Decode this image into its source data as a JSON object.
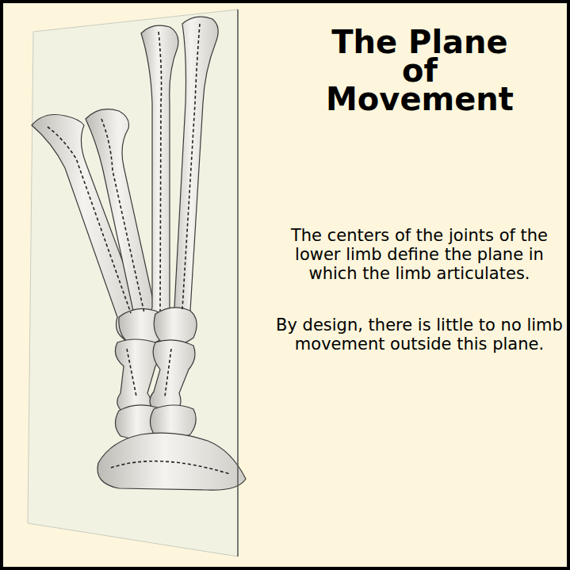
{
  "diagram": {
    "title": "The Plane of Movement",
    "labels": [
      "The centers of the joints of the lower limb define the plane in which the limb articulates.",
      "By design, there is little to no limb movement outside this plane."
    ]
  }
}
